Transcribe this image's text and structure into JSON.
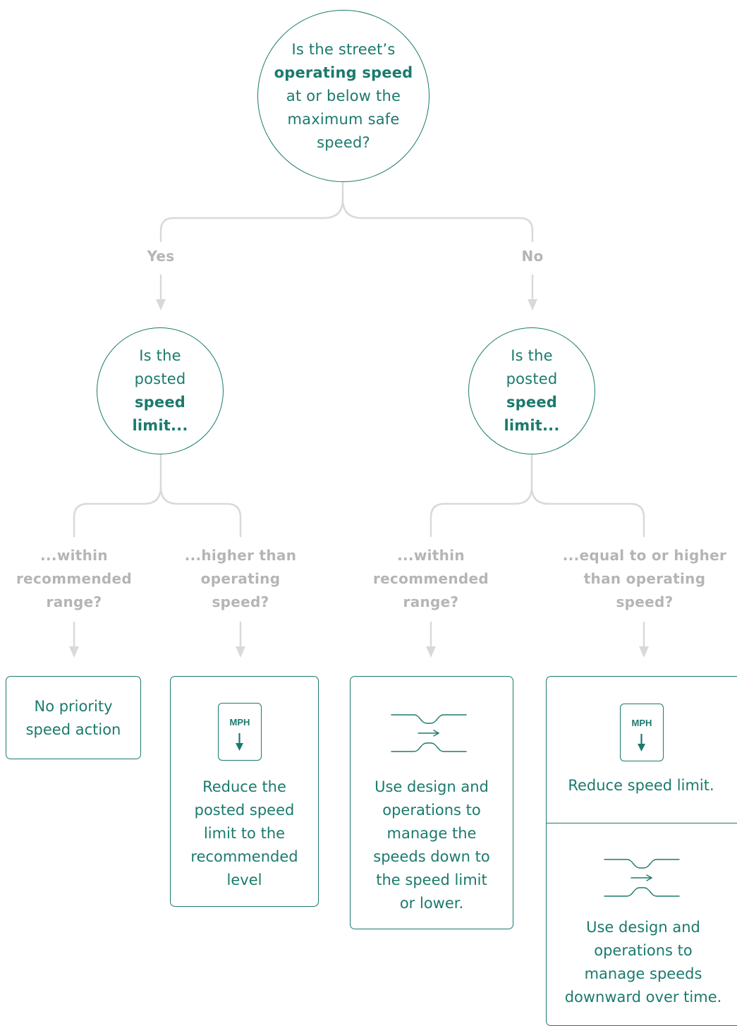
{
  "root_question": {
    "line1": "Is the street’s",
    "line2": "operating speed",
    "line3": "at  or below the",
    "line4": "maximum safe",
    "line5": "speed?"
  },
  "branches": {
    "yes": "Yes",
    "no": "No"
  },
  "left_question": {
    "line1": "Is the",
    "line2": "posted",
    "line3": "speed",
    "line4": "limit..."
  },
  "right_question": {
    "line1": "Is the",
    "line2": "posted",
    "line3": "speed",
    "line4": "limit..."
  },
  "conditions": {
    "c1": [
      "...within",
      "recommended",
      "range?"
    ],
    "c2": [
      "...higher than",
      "operating",
      "speed?"
    ],
    "c3": [
      "...within",
      "recommended",
      "range?"
    ],
    "c4": [
      "...equal to or higher",
      "than operating",
      "speed?"
    ]
  },
  "outcomes": {
    "o1": [
      "No priority",
      "speed action"
    ],
    "o2": [
      "Reduce the",
      "posted speed",
      "limit to the",
      "recommended",
      "level"
    ],
    "o3": [
      "Use design and",
      "operations to",
      "manage the",
      "speeds down to",
      "the speed limit",
      "or lower."
    ],
    "o4a": [
      "Reduce speed limit."
    ],
    "o4b": [
      "Use design and",
      "operations to",
      "manage speeds",
      "downward over time."
    ]
  },
  "icons": {
    "mph_sign_text": "MPH",
    "mph_sign": "speed-limit-sign-down-arrow-icon",
    "road": "road-narrowing-arrow-icon"
  },
  "colors": {
    "accent": "#1b7a6d",
    "connector": "#d6d6d6",
    "label": "#b5b5b5"
  }
}
